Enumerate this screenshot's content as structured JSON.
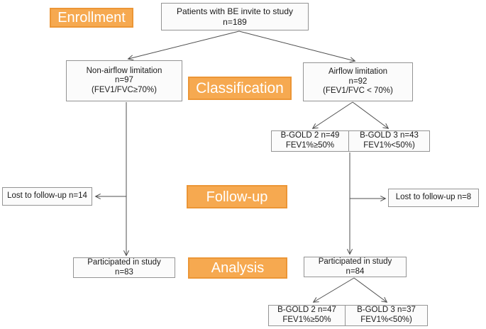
{
  "figure": {
    "type": "study-flowchart",
    "stages": {
      "enrollment": "Enrollment",
      "classification": "Classification",
      "follow_up": "Follow-up",
      "analysis": "Analysis"
    },
    "nodes": {
      "invited": {
        "lines": [
          "Patients with BE invite to study",
          "n=189"
        ]
      },
      "non_airflow": {
        "lines": [
          "Non-airflow limitation",
          "n=97",
          "(FEV1/FVC≥70%)"
        ]
      },
      "airflow": {
        "lines": [
          "Airflow limitation",
          "n=92",
          "(FEV1/FVC < 70%)"
        ]
      },
      "bgold2_class": {
        "lines": [
          "B-GOLD 2 n=49",
          "FEV1%≥50%"
        ]
      },
      "bgold3_class": {
        "lines": [
          "B-GOLD 3 n=43",
          "FEV1%<50%)"
        ]
      },
      "lost_left": {
        "lines": [
          "Lost to follow-up n=14"
        ]
      },
      "lost_right": {
        "lines": [
          "Lost to follow-up n=8"
        ]
      },
      "participated_left": {
        "lines": [
          "Participated in study",
          "n=83"
        ]
      },
      "participated_right": {
        "lines": [
          "Participated in study",
          "n=84"
        ]
      },
      "bgold2_analysis": {
        "lines": [
          "B-GOLD 2 n=47",
          "FEV1%≥50%"
        ]
      },
      "bgold3_analysis": {
        "lines": [
          "B-GOLD 3 n=37",
          "FEV1%<50%)"
        ]
      }
    },
    "colors": {
      "stage_fill": "#F6A950",
      "stage_border": "#EC9636",
      "stage_text": "#FFFFFF",
      "box_fill": "#FBFBFB",
      "box_border": "#949494",
      "arrow": "#4F4F4F",
      "text": "#1A1A1A"
    }
  }
}
